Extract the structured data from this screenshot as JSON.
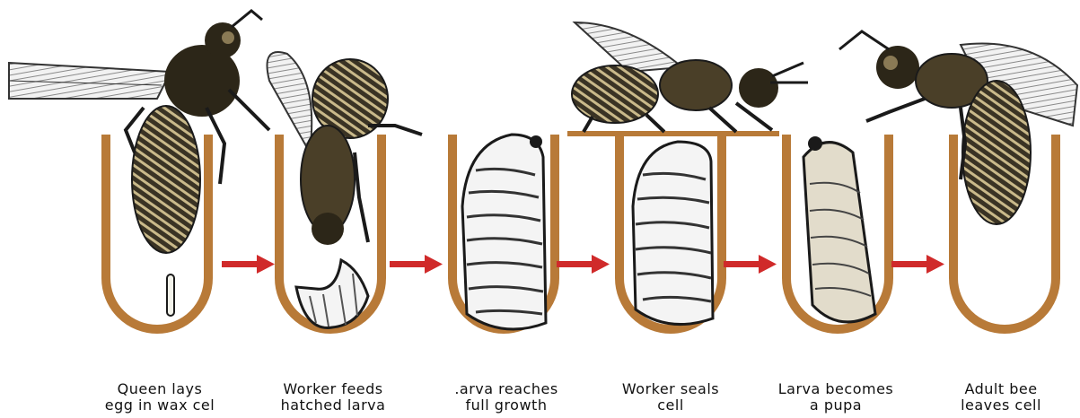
{
  "colors": {
    "wax": "#b87a38",
    "arrow": "#d02a2a",
    "ink": "#1a1a1a",
    "larva": "#ffffff",
    "bee_body": "#6b5a32"
  },
  "stages": [
    {
      "line1": "Queen lays",
      "line2": "egg in wax cel"
    },
    {
      "line1": "Worker feeds",
      "line2": "hatched larva"
    },
    {
      "line1": ".arva reaches",
      "line2": "full growth"
    },
    {
      "line1": "Worker seals",
      "line2": "cell"
    },
    {
      "line1": "Larva becomes",
      "line2": "a pupa"
    },
    {
      "line1": "Adult bee",
      "line2": "leaves cell"
    }
  ]
}
